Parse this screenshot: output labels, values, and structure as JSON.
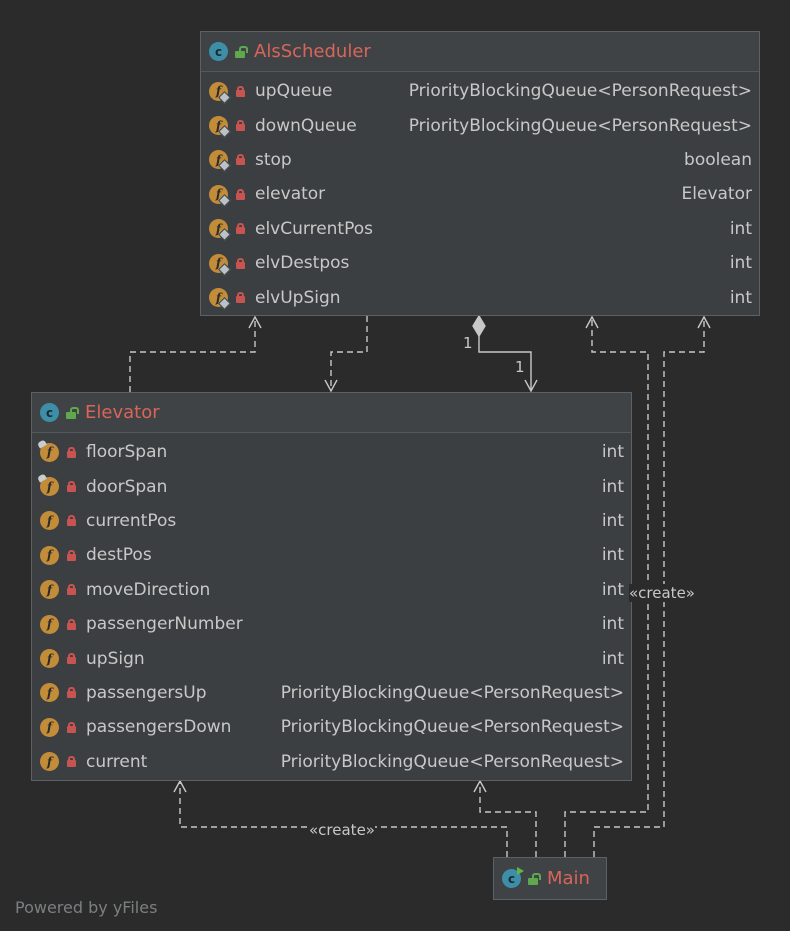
{
  "diagram": {
    "classes": [
      {
        "id": "als",
        "name": "AlsScheduler",
        "icon": "class-c-icon",
        "fields": [
          {
            "name": "upQueue",
            "type": "PriorityBlockingQueue<PersonRequest>",
            "modifier": "final"
          },
          {
            "name": "downQueue",
            "type": "PriorityBlockingQueue<PersonRequest>",
            "modifier": "final"
          },
          {
            "name": "stop",
            "type": "boolean",
            "modifier": "final"
          },
          {
            "name": "elevator",
            "type": "Elevator",
            "modifier": "final"
          },
          {
            "name": "elvCurrentPos",
            "type": "int",
            "modifier": "final"
          },
          {
            "name": "elvDestpos",
            "type": "int",
            "modifier": "final"
          },
          {
            "name": "elvUpSign",
            "type": "int",
            "modifier": "final"
          }
        ]
      },
      {
        "id": "elevator",
        "name": "Elevator",
        "icon": "class-c-icon",
        "fields": [
          {
            "name": "floorSpan",
            "type": "int",
            "modifier": "static"
          },
          {
            "name": "doorSpan",
            "type": "int",
            "modifier": "static"
          },
          {
            "name": "currentPos",
            "type": "int",
            "modifier": "none"
          },
          {
            "name": "destPos",
            "type": "int",
            "modifier": "none"
          },
          {
            "name": "moveDirection",
            "type": "int",
            "modifier": "none"
          },
          {
            "name": "passengerNumber",
            "type": "int",
            "modifier": "none"
          },
          {
            "name": "upSign",
            "type": "int",
            "modifier": "none"
          },
          {
            "name": "passengersUp",
            "type": "PriorityBlockingQueue<PersonRequest>",
            "modifier": "none"
          },
          {
            "name": "passengersDown",
            "type": "PriorityBlockingQueue<PersonRequest>",
            "modifier": "none"
          },
          {
            "name": "current",
            "type": "PriorityBlockingQueue<PersonRequest>",
            "modifier": "none"
          }
        ]
      },
      {
        "id": "main",
        "name": "Main",
        "icon": "main-class-icon",
        "fields": []
      }
    ],
    "edges": [
      {
        "from": "elevator",
        "to": "als",
        "kind": "dependency"
      },
      {
        "from": "als",
        "to": "elevator",
        "kind": "dependency"
      },
      {
        "from": "als",
        "to": "elevator",
        "kind": "composition",
        "source_mult": "1",
        "target_mult": "1"
      },
      {
        "from": "main",
        "to": "elevator",
        "kind": "create",
        "label": "«create»"
      },
      {
        "from": "main",
        "to": "elevator",
        "kind": "dependency"
      },
      {
        "from": "main",
        "to": "als",
        "kind": "create",
        "label": "«create»"
      },
      {
        "from": "main",
        "to": "als",
        "kind": "dependency"
      }
    ],
    "labels": {
      "create_left": "«create»",
      "create_right": "«create»",
      "mult_source": "1",
      "mult_target": "1"
    },
    "footer": "Powered by yFiles",
    "colors": {
      "background": "#2b2b2b",
      "node_fill": "#3c3f41",
      "title": "#d96559",
      "edge": "#c8c8c8",
      "field_icon": "#c28c38",
      "lock": "#c75450"
    }
  }
}
